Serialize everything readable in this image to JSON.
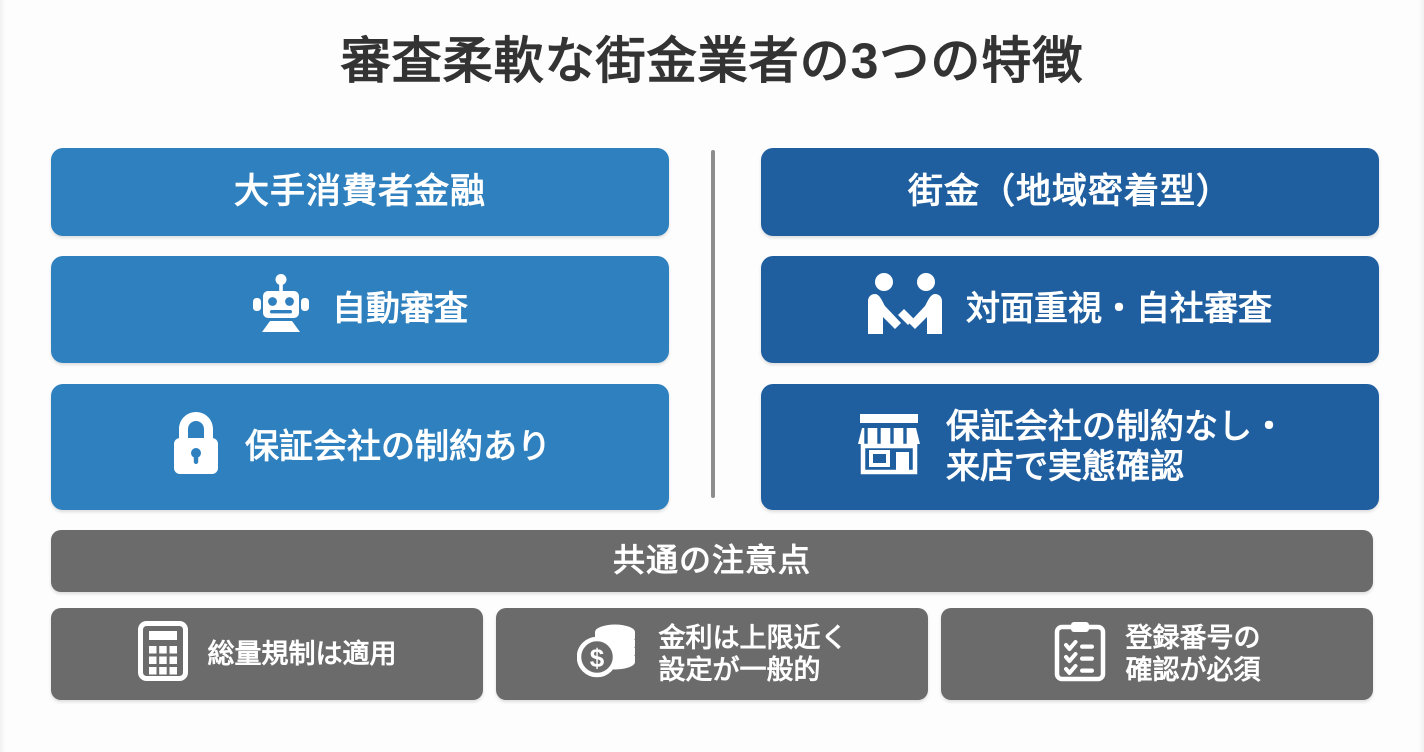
{
  "page": {
    "title": "審査柔軟な街金業者の3つの特徴",
    "background_color": "#fdfdfd",
    "title_color": "#333333"
  },
  "colors": {
    "left_column_blue": "#2e80be",
    "right_column_blue": "#1f5fa0",
    "common_gray": "#6b6b6b",
    "divider_gray": "#8d8d8d",
    "text_on_card": "#ffffff"
  },
  "columns": {
    "left": {
      "header": "大手消費者金融",
      "items": [
        {
          "icon": "robot-icon",
          "label": "自動審査"
        },
        {
          "icon": "lock-icon",
          "label": "保証会社の制約あり"
        }
      ]
    },
    "right": {
      "header": "街金（地域密着型）",
      "items": [
        {
          "icon": "handshake-icon",
          "label": "対面重視・自社審査"
        },
        {
          "icon": "storefront-icon",
          "label": "保証会社の制約なし・\n来店で実態確認"
        }
      ]
    }
  },
  "common": {
    "banner": "共通の注意点",
    "items": [
      {
        "icon": "calculator-icon",
        "label": "総量規制は適用"
      },
      {
        "icon": "coins-icon",
        "label": "金利は上限近く\n設定が一般的"
      },
      {
        "icon": "clipboard-checklist-icon",
        "label": "登録番号の\n確認が必須"
      }
    ]
  }
}
